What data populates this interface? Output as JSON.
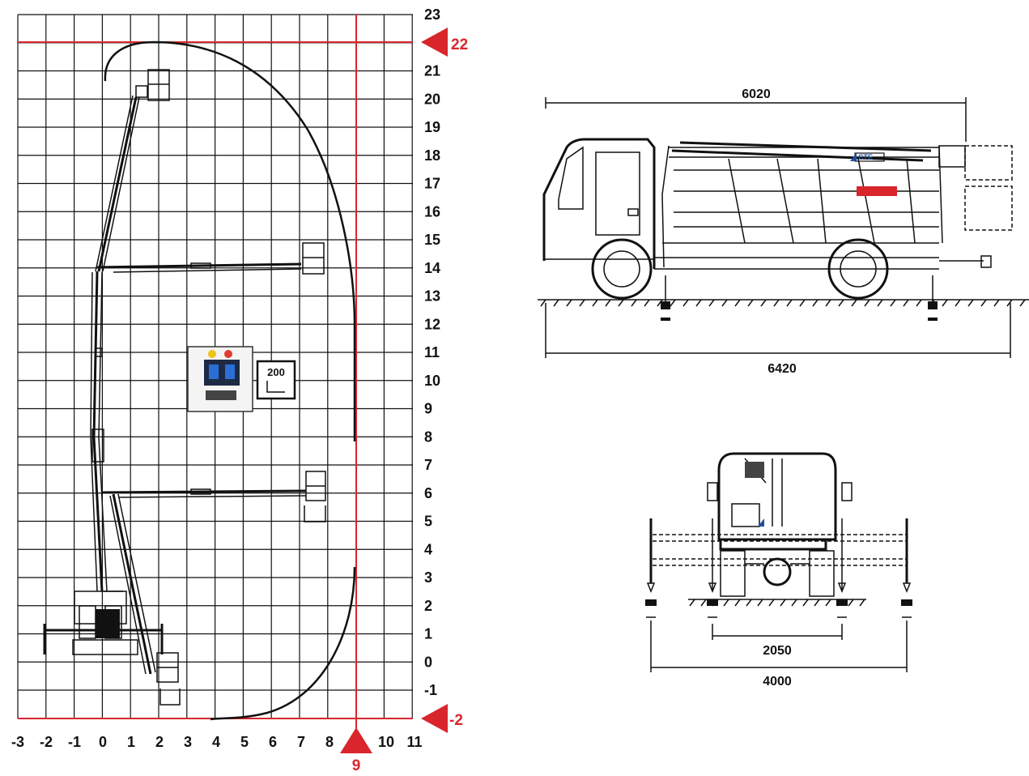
{
  "reach_diagram": {
    "y_labels": [
      "23",
      "22",
      "21",
      "20",
      "19",
      "18",
      "17",
      "16",
      "15",
      "14",
      "13",
      "12",
      "11",
      "10",
      "9",
      "8",
      "7",
      "6",
      "5",
      "4",
      "3",
      "2",
      "1",
      "0",
      "-1",
      "-2"
    ],
    "x_labels": [
      "-3",
      "-2",
      "-1",
      "0",
      "1",
      "2",
      "3",
      "4",
      "5",
      "6",
      "7",
      "8",
      "9",
      "10",
      "11"
    ],
    "max_height_marker": "22",
    "min_depth_marker": "-2",
    "max_outreach_marker": "9"
  },
  "badge": {
    "basket_capacity": "200",
    "icon": "two-operators-icon"
  },
  "side_view": {
    "length_top": "6020",
    "length_bottom": "6420",
    "logo_text": "CTE"
  },
  "rear_view": {
    "track_width": "2050",
    "outrigger_span": "4000"
  },
  "colors": {
    "limit_red": "#d8262c",
    "ink": "#111111",
    "logo_blue": "#1c4fa0"
  }
}
